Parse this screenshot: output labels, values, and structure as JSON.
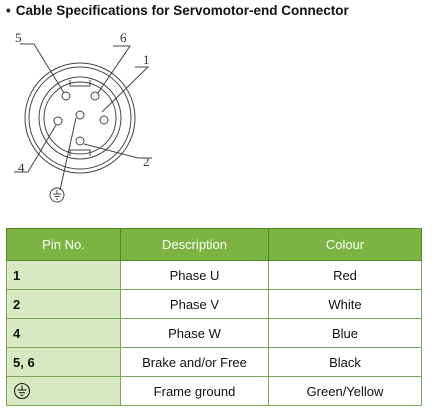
{
  "heading": {
    "bullet": "•",
    "title": "Cable Specifications for Servomotor-end Connector"
  },
  "diagram": {
    "pin_callouts": [
      "5",
      "6",
      "1",
      "2",
      "4"
    ],
    "ground_icon": "ground-symbol"
  },
  "table": {
    "headers": [
      "Pin No.",
      "Description",
      "Colour"
    ],
    "rows": [
      {
        "pin": "1",
        "description": "Phase U",
        "colour": "Red"
      },
      {
        "pin": "2",
        "description": "Phase V",
        "colour": "White"
      },
      {
        "pin": "4",
        "description": "Phase W",
        "colour": "Blue"
      },
      {
        "pin": "5, 6",
        "description": "Brake and/or Free",
        "colour": "Black"
      },
      {
        "pin": "",
        "pin_icon": "ground-symbol",
        "description": "Frame ground",
        "colour": "Green/Yellow"
      }
    ]
  },
  "colors": {
    "header_bg": "#7cb342",
    "pin_col_bg": "#d8e8c2",
    "border": "#7aa65a"
  }
}
